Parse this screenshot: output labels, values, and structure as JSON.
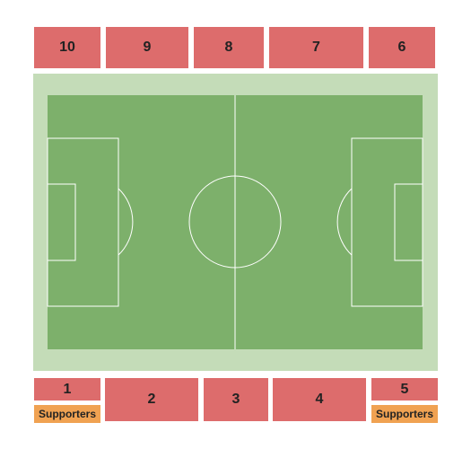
{
  "colors": {
    "section": "#dd6c6c",
    "supporters": "#f0a252",
    "surround": "#c4dcb8",
    "grass": "#7db06b",
    "lines": "#ffffff"
  },
  "sections": {
    "s10": "10",
    "s9": "9",
    "s8": "8",
    "s7": "7",
    "s6": "6",
    "s1": "1",
    "s2": "2",
    "s3": "3",
    "s4": "4",
    "s5": "5"
  },
  "supporters": {
    "left": "Supporters",
    "right": "Supporters"
  }
}
